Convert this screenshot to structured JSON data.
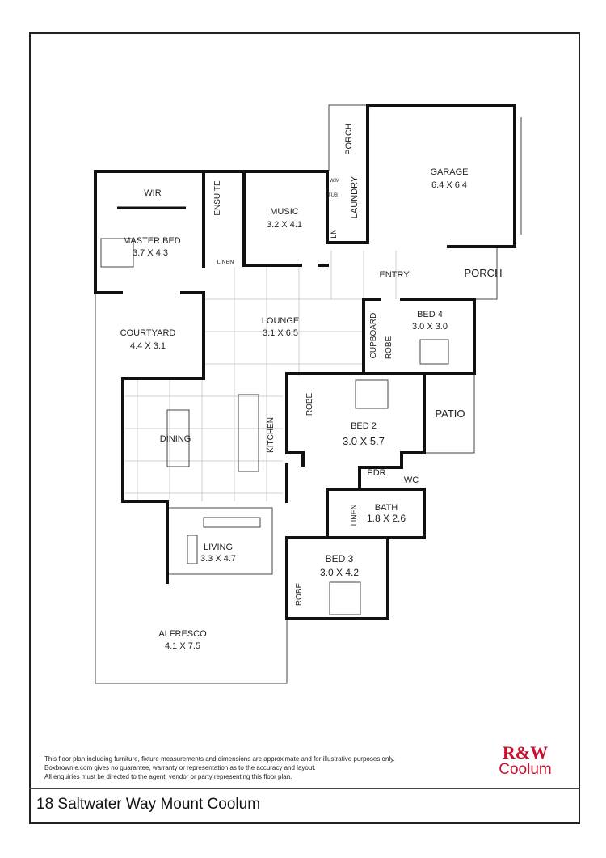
{
  "rooms": {
    "garage": {
      "name": "GARAGE",
      "size": "6.4 X 6.4"
    },
    "porch_top": {
      "name": "PORCH"
    },
    "porch": {
      "name": "PORCH"
    },
    "laundry": {
      "name": "LAUNDRY"
    },
    "wm": {
      "name": "W/M"
    },
    "tub": {
      "name": "TUB"
    },
    "ln": {
      "name": "LN"
    },
    "wir": {
      "name": "WIR"
    },
    "ensuite": {
      "name": "ENSUITE"
    },
    "music": {
      "name": "MUSIC",
      "size": "3.2 X 4.1"
    },
    "master_bed": {
      "name": "MASTER BED",
      "size": "3.7 X 4.3"
    },
    "linen_top": {
      "name": "LINEN"
    },
    "entry": {
      "name": "ENTRY"
    },
    "courtyard": {
      "name": "COURTYARD",
      "size": "4.4 X 3.1"
    },
    "lounge": {
      "name": "LOUNGE",
      "size": "3.1 X 6.5"
    },
    "cupboard": {
      "name": "CUPBOARD"
    },
    "robe_bed4": {
      "name": "ROBE"
    },
    "bed4": {
      "name": "BED 4",
      "size": "3.0 X 3.0"
    },
    "robe_bed2": {
      "name": "ROBE"
    },
    "bed2": {
      "name": "BED 2",
      "size": "3.0 X 5.7"
    },
    "patio": {
      "name": "PATIO"
    },
    "dining": {
      "name": "DINING"
    },
    "kitchen": {
      "name": "KITCHEN"
    },
    "pdr": {
      "name": "PDR"
    },
    "wc": {
      "name": "WC"
    },
    "linen_bath": {
      "name": "LINEN"
    },
    "bath": {
      "name": "BATH",
      "size": "1.8 X 2.6"
    },
    "living": {
      "name": "LIVING",
      "size": "3.3 X 4.7"
    },
    "bed3": {
      "name": "BED 3",
      "size": "3.0 X 4.2"
    },
    "robe_bed3": {
      "name": "ROBE"
    },
    "alfresco": {
      "name": "ALFRESCO",
      "size": "4.1 X 7.5"
    }
  },
  "disclaimer": [
    "This floor plan including furniture, fixture measurements and dimensions are approximate and for illustrative purposes only.",
    "Boxbrownie.com gives no guarantee, warranty or representation as to the accuracy and layout.",
    "All enquiries must be directed to the agent, vendor or party representing this floor plan."
  ],
  "logo": {
    "line1": "R&W",
    "line2": "Coolum",
    "color": "#c8102e"
  },
  "address": "18 Saltwater Way Mount Coolum"
}
